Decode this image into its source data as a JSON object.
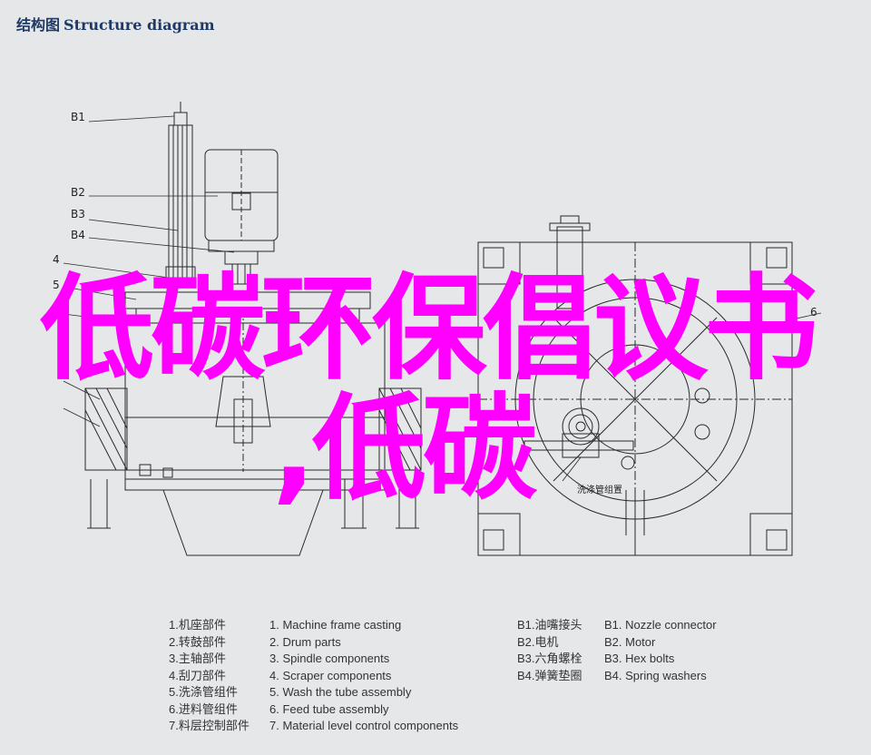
{
  "header": {
    "cn": "结构图",
    "en": "Structure diagram"
  },
  "labels": {
    "b1": "B1",
    "b2": "B2",
    "b3": "B3",
    "b4": "B4",
    "n4": "4",
    "n5": "5",
    "n6": "6",
    "wash_label": "洗涤管组置"
  },
  "overlay": {
    "line1": "低碳环保倡议书",
    "line2": ",低碳"
  },
  "legend": {
    "parts_cn": [
      "1.机座部件",
      "2.转鼓部件",
      "3.主轴部件",
      "4.刮刀部件",
      "5.洗涤管组件",
      "6.进料管组件",
      "7.料层控制部件"
    ],
    "parts_en": [
      "1. Machine frame casting",
      "2. Drum parts",
      "3. Spindle components",
      "4. Scraper components",
      "5. Wash the tube assembly",
      "6. Feed tube assembly",
      "7. Material level control components"
    ],
    "b_cn": [
      "B1.油嘴接头",
      "B2.电机",
      "B3.六角螺栓",
      "B4.弹簧垫圈"
    ],
    "b_en": [
      "B1. Nozzle connector",
      "B2. Motor",
      "B3. Hex bolts",
      "B4. Spring washers"
    ]
  },
  "colors": {
    "background": "#e6e7e9",
    "line": "#2a2a2a",
    "overlay": "#ff00ff",
    "header": "#1d3a66"
  }
}
